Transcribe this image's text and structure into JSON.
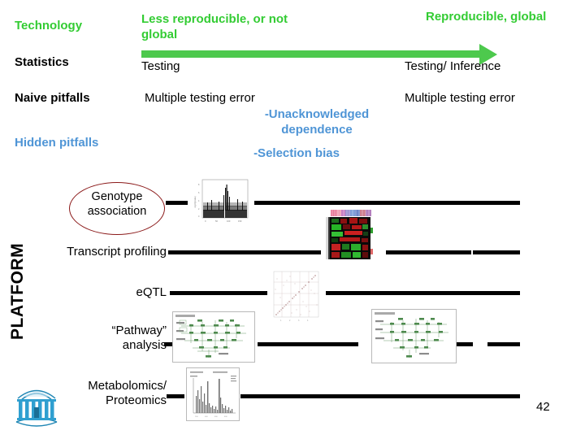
{
  "slide": {
    "page_number": "42",
    "vertical_axis_label": "PLATFORM",
    "accent_green": "#33cc33",
    "arrow_green": "#4dc94d",
    "accent_blue": "#4f95d6",
    "ellipse_red": "#8b1a1a"
  },
  "matrix": {
    "rows": [
      {
        "label": "Technology",
        "label_color": "green",
        "left": "Less reproducible, or not global",
        "right": "Reproducible, global"
      },
      {
        "label": "Statistics",
        "label_color": "black",
        "left": "Testing",
        "right": "Testing/ Inference"
      },
      {
        "label": "Naive pitfalls",
        "label_color": "black",
        "left": "Multiple testing error",
        "right": "Multiple testing error"
      },
      {
        "label": "Hidden pitfalls",
        "label_color": "blue",
        "left": "",
        "right": ""
      }
    ],
    "hidden_pitfall_items": [
      "-Unacknowledged dependence",
      "-Selection bias"
    ]
  },
  "platforms": [
    {
      "label": "Genotype association",
      "in_ellipse": true
    },
    {
      "label": "Transcript profiling",
      "in_ellipse": false
    },
    {
      "label": "eQTL",
      "in_ellipse": false
    },
    {
      "label": "“Pathway” analysis",
      "in_ellipse": false
    },
    {
      "label": "Metabolomics/ Proteomics",
      "in_ellipse": false
    }
  ],
  "thumbnails": [
    {
      "name": "manhattan-plot",
      "row": "Genotype association"
    },
    {
      "name": "microarray-heatmap",
      "row": "Transcript profiling"
    },
    {
      "name": "eqtl-scatter",
      "row": "eQTL"
    },
    {
      "name": "pathway-diagram-left",
      "row": "“Pathway” analysis"
    },
    {
      "name": "pathway-diagram-right",
      "row": "“Pathway” analysis"
    },
    {
      "name": "mass-spectrum",
      "row": "Metabolomics/ Proteomics"
    }
  ],
  "logo": {
    "name": "unc-old-well-logo",
    "color": "#1f86b4"
  }
}
